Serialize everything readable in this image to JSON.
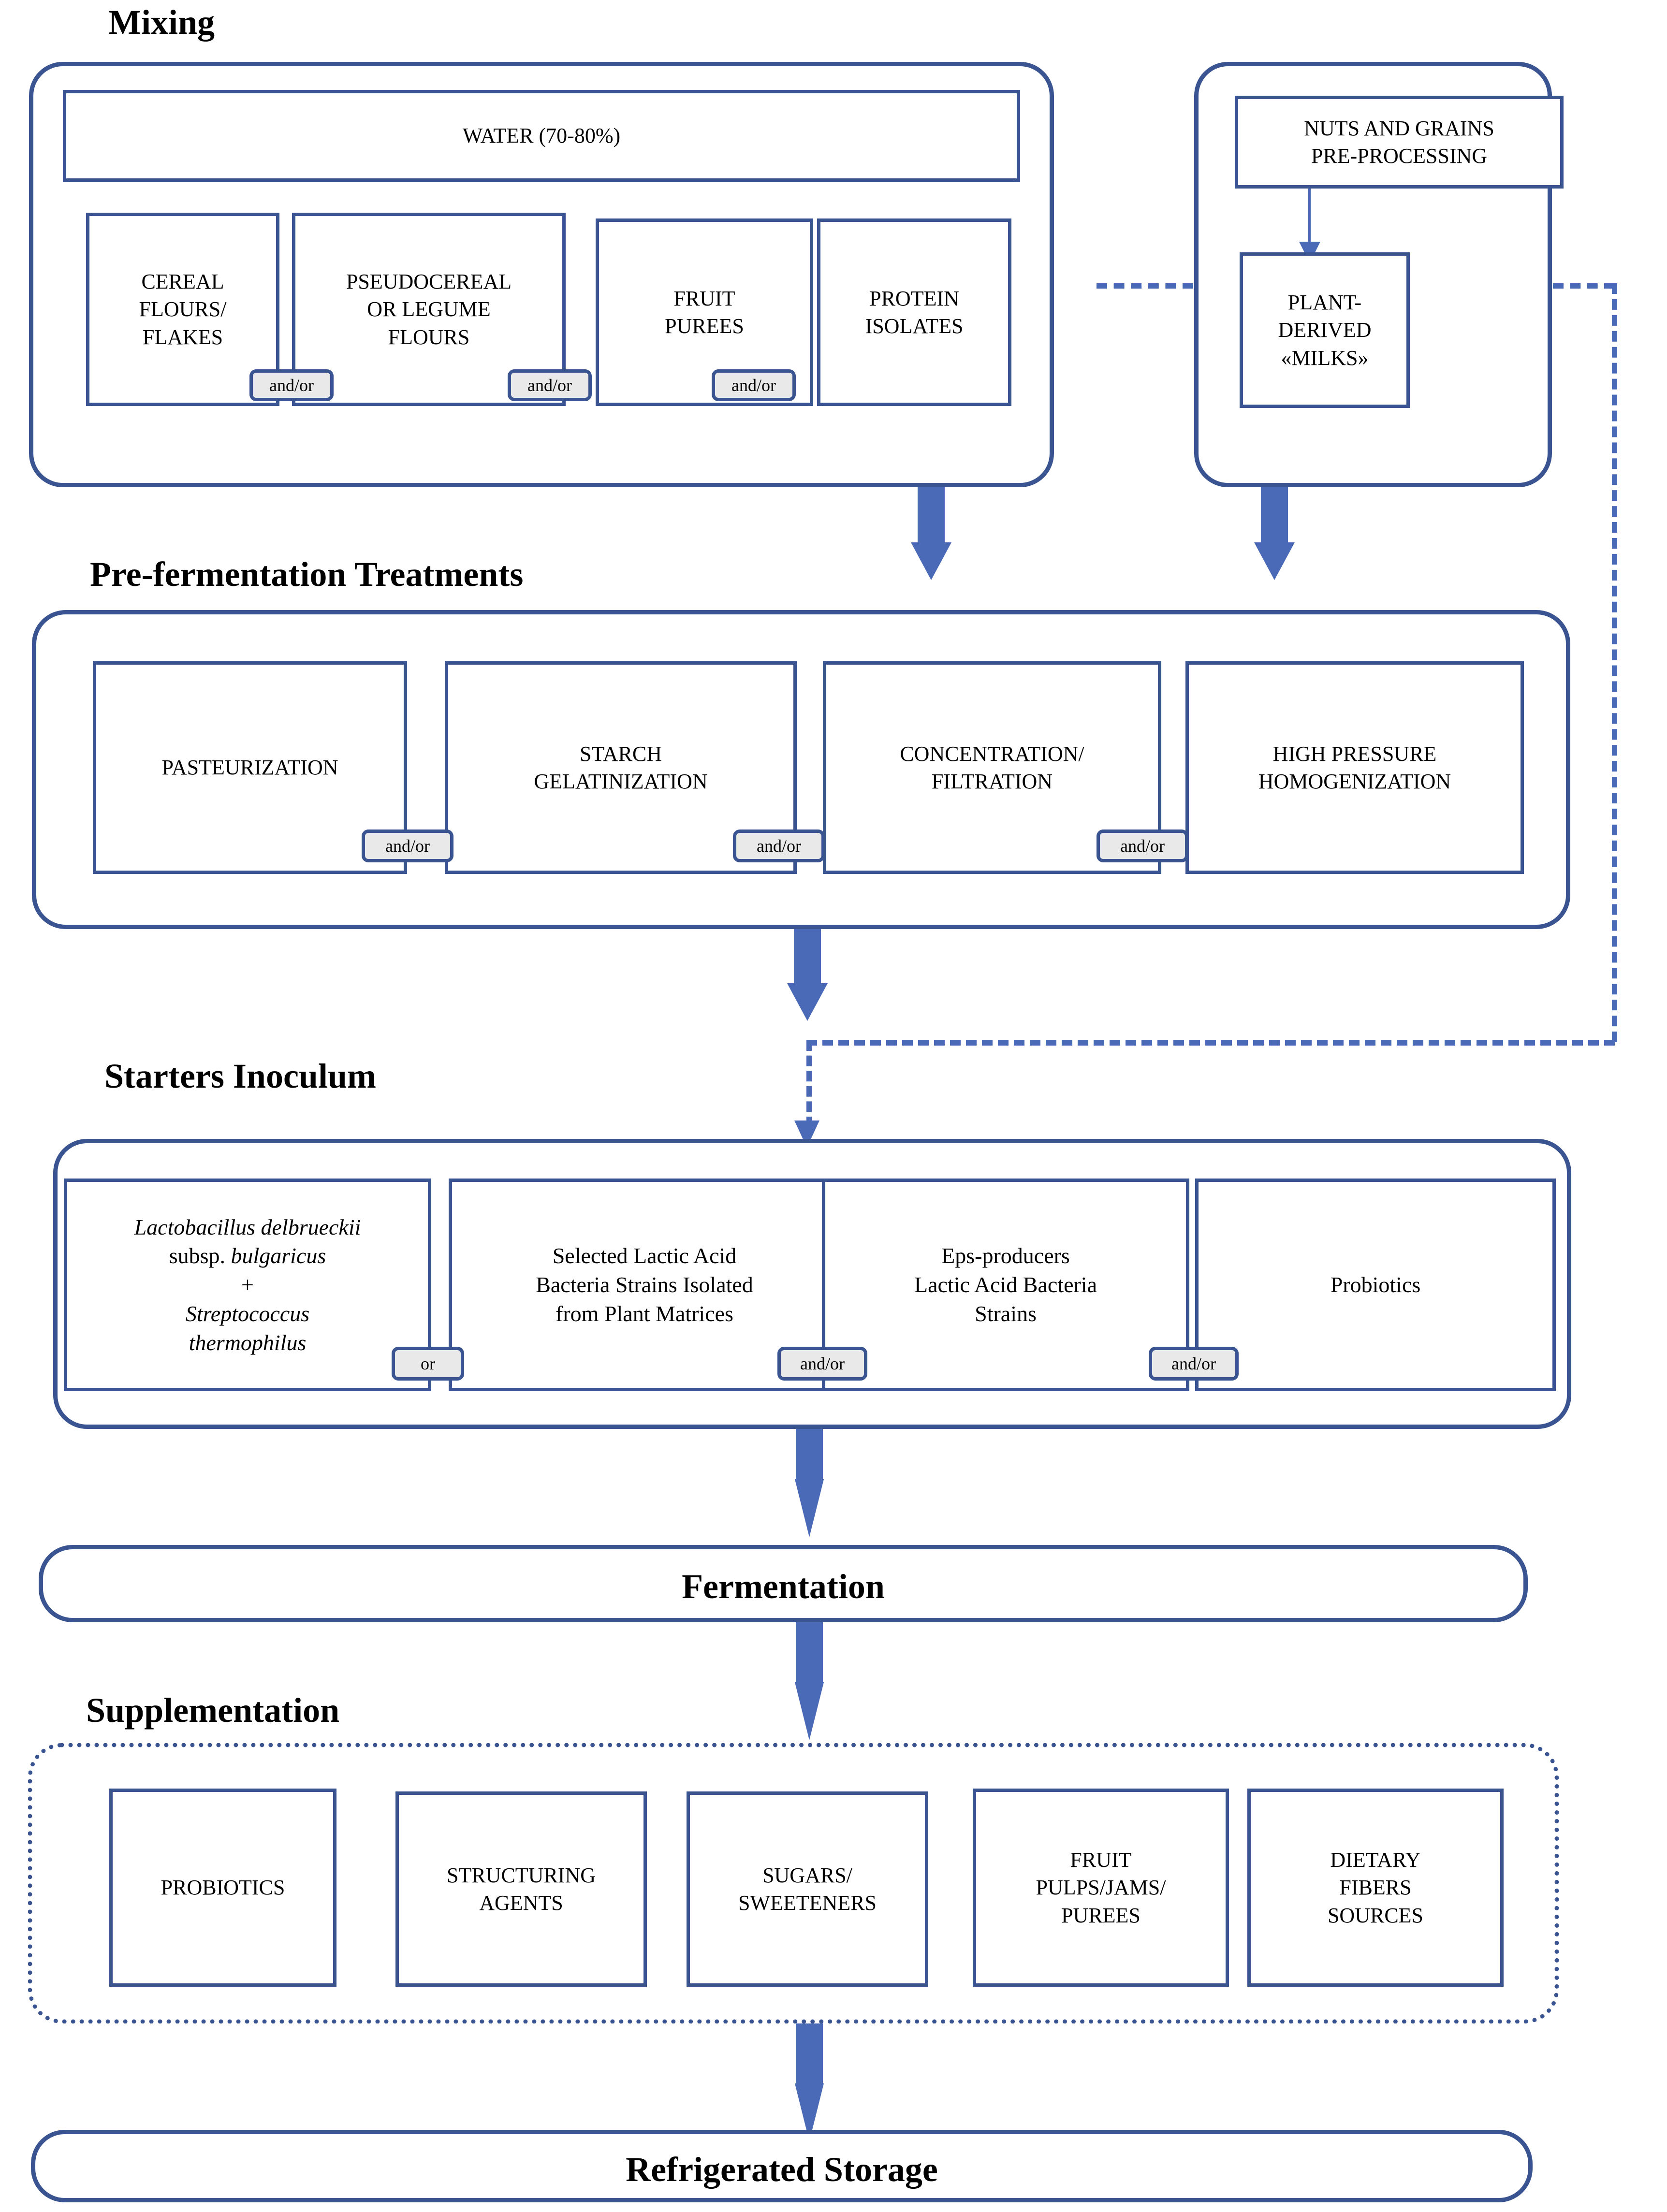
{
  "diagram": {
    "title": "Plant-based fermented product process flow",
    "colors": {
      "outline_blue": "#3a5491",
      "arrow_blue": "#4a6ab8",
      "badge_fill": "#e9e9e9",
      "background": "#ffffff",
      "text": "#000000"
    },
    "connector_labels": {
      "and_or": "and/or",
      "or": "or"
    }
  },
  "sections": {
    "mixing": {
      "heading": "Mixing",
      "water": "WATER (70-80%)",
      "ingredients": [
        {
          "label": "CEREAL\nFLOURS/\nFLAKES"
        },
        {
          "label": "PSEUDOCEREAL\nOR LEGUME\nFLOURS"
        },
        {
          "label": "FRUIT\nPUREES"
        },
        {
          "label": "PROTEIN\nISOLATES"
        }
      ],
      "connectors": [
        "and/or",
        "and/or",
        "and/or"
      ],
      "side": {
        "pre_processing": "NUTS AND GRAINS\nPRE-PROCESSING",
        "plant_milks": "PLANT-\nDERIVED\n«MILKS»"
      }
    },
    "pre_fermentation": {
      "heading": "Pre-fermentation Treatments",
      "treatments": [
        {
          "label": "PASTEURIZATION"
        },
        {
          "label": "STARCH\nGELATINIZATION"
        },
        {
          "label": "CONCENTRATION/\nFILTRATION"
        },
        {
          "label": "HIGH PRESSURE\nHOMOGENIZATION"
        }
      ],
      "connectors": [
        "and/or",
        "and/or",
        "and/or"
      ]
    },
    "starters": {
      "heading": "Starters Inoculum",
      "cultures": [
        {
          "parts": [
            {
              "text": "Lactobacillus delbrueckii",
              "style": "italic"
            },
            {
              "text": "subsp. ",
              "style": "roman",
              "tail": "bulgaricus",
              "tail_style": "italic"
            },
            {
              "text": "+",
              "style": "roman"
            },
            {
              "text": "Streptococcus",
              "style": "italic"
            },
            {
              "text": "thermophilus",
              "style": "italic"
            }
          ],
          "plain": "Lactobacillus delbrueckii subsp. bulgaricus + Streptococcus thermophilus"
        },
        {
          "label": "Selected Lactic Acid\nBacteria Strains Isolated\nfrom Plant Matrices"
        },
        {
          "label": "Eps-producers\nLactic Acid Bacteria\nStrains"
        },
        {
          "label": "Probiotics"
        }
      ],
      "connectors": [
        "or",
        "and/or",
        "and/or"
      ]
    },
    "fermentation": {
      "heading": "Fermentation"
    },
    "supplementation": {
      "heading": "Supplementation",
      "items": [
        {
          "label": "PROBIOTICS"
        },
        {
          "label": "STRUCTURING\nAGENTS"
        },
        {
          "label": "SUGARS/\nSWEETENERS"
        },
        {
          "label": "FRUIT\nPULPS/JAMS/\nPUREES"
        },
        {
          "label": "DIETARY\nFIBERS\nSOURCES"
        }
      ]
    },
    "storage": {
      "heading": "Refrigerated Storage"
    }
  }
}
